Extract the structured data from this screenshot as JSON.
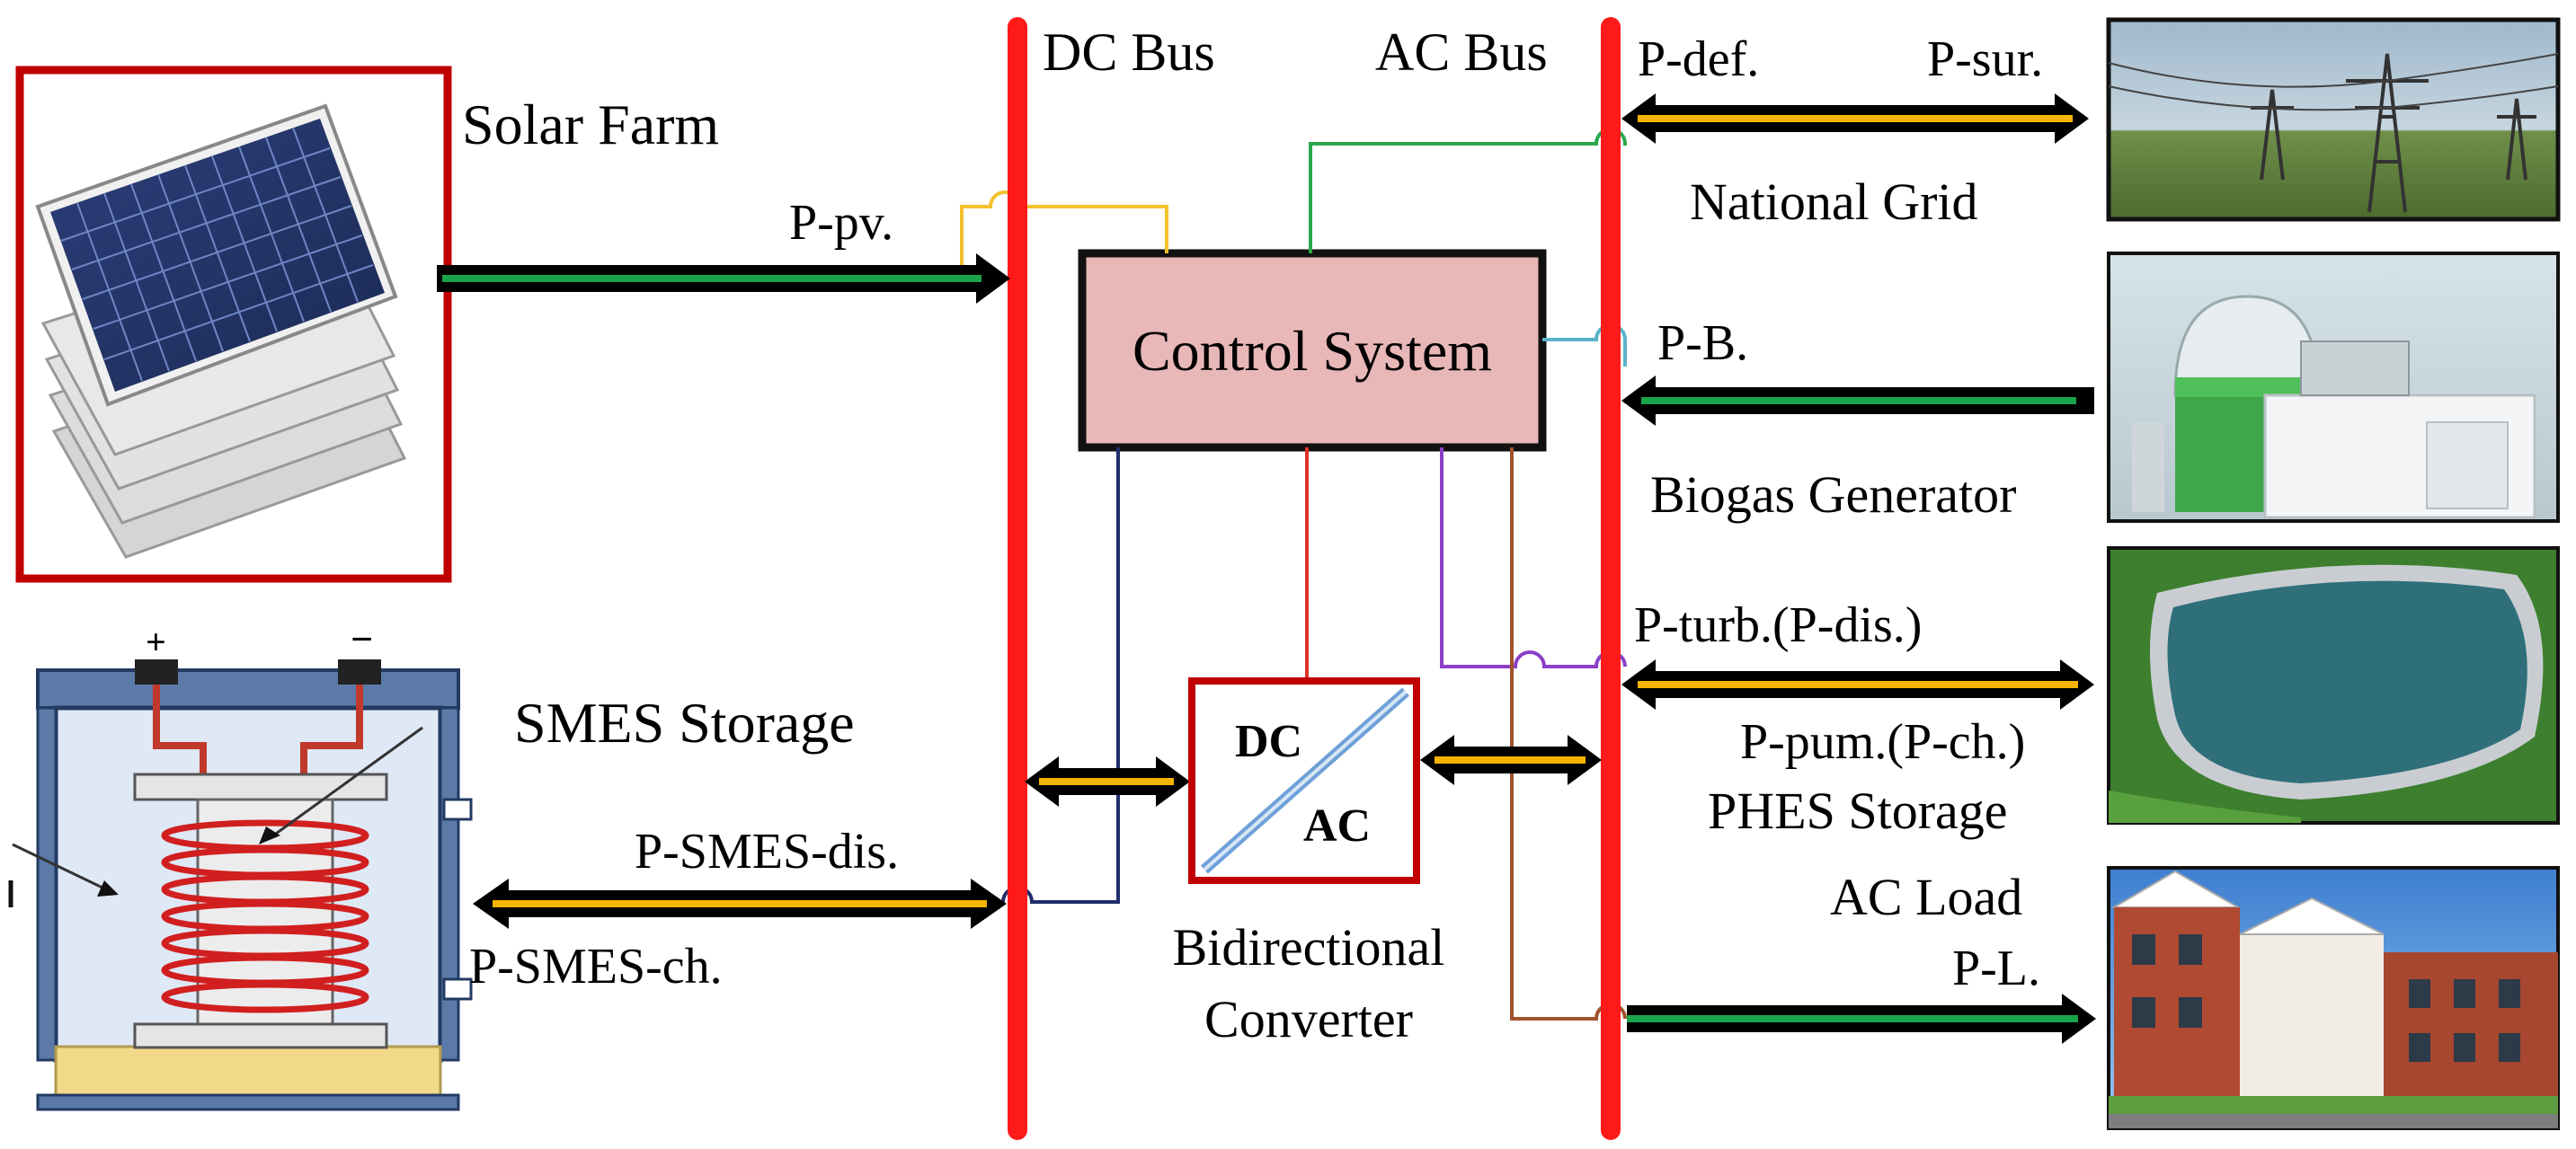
{
  "buses": {
    "dc": {
      "label": "DC Bus"
    },
    "ac": {
      "label": "AC Bus"
    }
  },
  "nodes": {
    "solar": {
      "label": "Solar Farm",
      "flow": "P-pv."
    },
    "smes": {
      "label": "SMES Storage",
      "flow_dis": "P-SMES-dis.",
      "flow_ch": "P-SMES-ch."
    },
    "control": {
      "label": "Control System"
    },
    "converter": {
      "top": "DC",
      "bottom": "AC",
      "caption_1": "Bidirectional",
      "caption_2": "Converter"
    },
    "grid": {
      "label": "National Grid",
      "flow_left": "P-def.",
      "flow_right": "P-sur."
    },
    "biogas": {
      "label": "Biogas Generator",
      "flow": "P-B."
    },
    "phes": {
      "label": "PHES Storage",
      "flow_top": "P-turb.(P-dis.)",
      "flow_bottom": "P-pum.(P-ch.)"
    },
    "load": {
      "label": "AC Load",
      "flow": "P-L."
    }
  },
  "colors": {
    "bus": "#ff1a1a",
    "frame": "#c00000",
    "arrow_outline": "#000000",
    "flow_green": "#19a34a",
    "flow_orange": "#f4b400",
    "control_fill": "#e8b7b7",
    "link_yellow": "#f2c12e",
    "link_green": "#2aa84a",
    "link_cyan": "#5ab3c9",
    "link_navy": "#1f2d6b",
    "link_red": "#d9342b",
    "link_purple": "#8b3fc7",
    "link_brown": "#a0522d"
  }
}
